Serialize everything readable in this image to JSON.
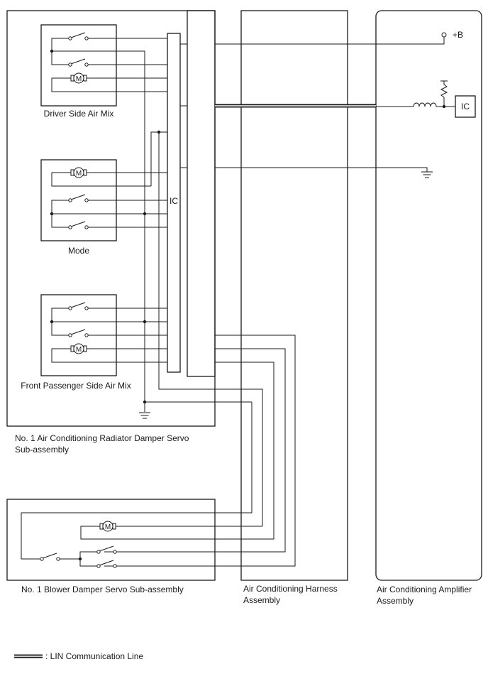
{
  "components": {
    "driver_air_mix": "Driver Side Air Mix",
    "mode": "Mode",
    "front_passenger_air_mix": "Front Passenger Side Air Mix",
    "radiator_damper_servo": [
      "No. 1 Air Conditioning Radiator Damper Servo",
      "Sub-assembly"
    ],
    "blower_damper_servo": "No. 1 Blower Damper Servo Sub-assembly",
    "harness": [
      "Air Conditioning Harness",
      "Assembly"
    ],
    "amplifier": [
      "Air Conditioning Amplifier",
      "Assembly"
    ]
  },
  "labels": {
    "ic_servo": "IC",
    "ic_amplifier": "IC",
    "battery": "+B",
    "motor": "M"
  },
  "legend": {
    "lin": ": LIN Communication Line"
  }
}
